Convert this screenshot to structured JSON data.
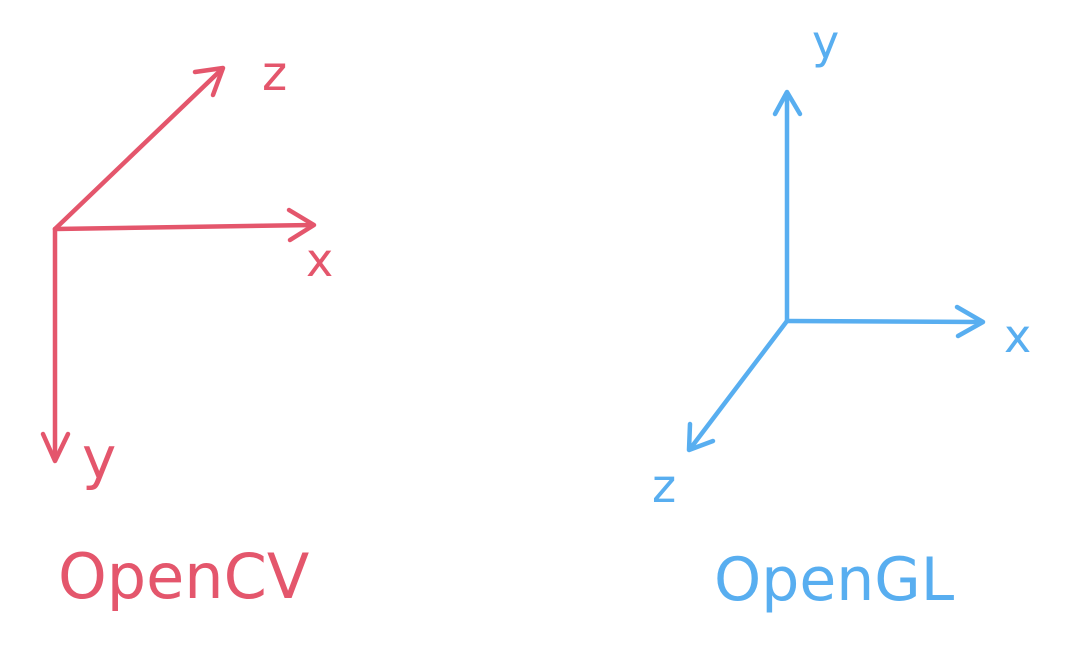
{
  "colors": {
    "opencv": "#e4566c",
    "opengl": "#58aef0",
    "background": "#ffffff"
  },
  "systems": [
    {
      "id": "opencv",
      "name": "OpenCV",
      "axes": [
        {
          "label": "x",
          "direction": "right"
        },
        {
          "label": "y",
          "direction": "down"
        },
        {
          "label": "z",
          "direction": "into-screen"
        }
      ]
    },
    {
      "id": "opengl",
      "name": "OpenGL",
      "axes": [
        {
          "label": "x",
          "direction": "right"
        },
        {
          "label": "y",
          "direction": "up"
        },
        {
          "label": "z",
          "direction": "out-of-screen"
        }
      ]
    }
  ]
}
